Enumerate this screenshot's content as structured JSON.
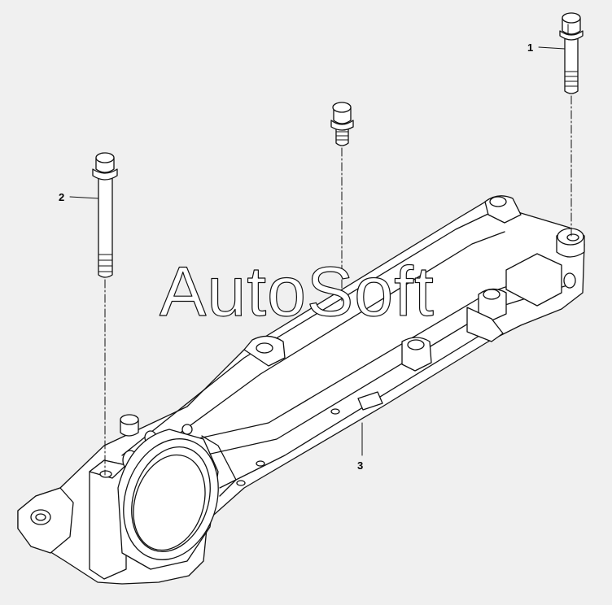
{
  "background": "#f0f0f0",
  "line_color": "#111111",
  "parts": [
    {
      "callout": "1",
      "kind": "long-bolt"
    },
    {
      "callout": "2",
      "kind": "long-bolt"
    },
    {
      "callout": "3",
      "kind": "housing"
    }
  ],
  "watermark": "AutoSoft"
}
